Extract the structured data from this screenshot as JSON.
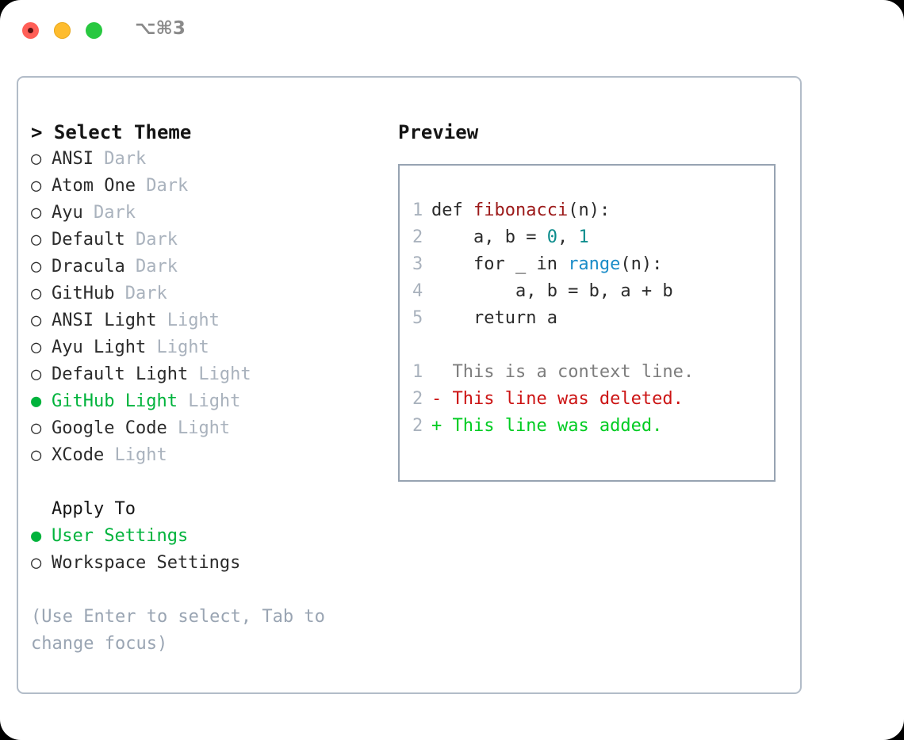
{
  "window": {
    "title": "⌥⌘3",
    "traffic_lights": [
      "close",
      "minimize",
      "maximize"
    ]
  },
  "colors": {
    "selected_green": "#00b33c",
    "suffix_grey": "#a9b2bd",
    "hint_grey": "#9aa5b3",
    "panel_border": "#b2bcc8",
    "preview_border": "#97a3b2",
    "fn_red": "#9c1a1a",
    "num_teal": "#0b8c8c",
    "call_blue": "#1a8cc8",
    "diff_del_red": "#cc1414",
    "diff_add_green": "#00cc22"
  },
  "theme_picker": {
    "heading": "> Select Theme",
    "items": [
      {
        "marker": "○",
        "label": "ANSI",
        "suffix": "Dark",
        "selected": false
      },
      {
        "marker": "○",
        "label": "Atom One",
        "suffix": "Dark",
        "selected": false
      },
      {
        "marker": "○",
        "label": "Ayu",
        "suffix": "Dark",
        "selected": false
      },
      {
        "marker": "○",
        "label": "Default",
        "suffix": "Dark",
        "selected": false
      },
      {
        "marker": "○",
        "label": "Dracula",
        "suffix": "Dark",
        "selected": false
      },
      {
        "marker": "○",
        "label": "GitHub",
        "suffix": "Dark",
        "selected": false
      },
      {
        "marker": "○",
        "label": "ANSI Light",
        "suffix": "Light",
        "selected": false
      },
      {
        "marker": "○",
        "label": "Ayu Light",
        "suffix": "Light",
        "selected": false
      },
      {
        "marker": "○",
        "label": "Default Light",
        "suffix": "Light",
        "selected": false
      },
      {
        "marker": "●",
        "label": "GitHub Light",
        "suffix": "Light",
        "selected": true
      },
      {
        "marker": "○",
        "label": "Google Code",
        "suffix": "Light",
        "selected": false
      },
      {
        "marker": "○",
        "label": "XCode",
        "suffix": "Light",
        "selected": false
      }
    ]
  },
  "apply_to": {
    "heading": "Apply To",
    "items": [
      {
        "marker": "●",
        "label": "User Settings",
        "selected": true
      },
      {
        "marker": "○",
        "label": "Workspace Settings",
        "selected": false
      }
    ]
  },
  "hint": "(Use Enter to select, Tab to change focus)",
  "preview": {
    "title": "Preview",
    "code_lines": [
      {
        "num": "1",
        "segments": [
          {
            "t": "def ",
            "c": "plain"
          },
          {
            "t": "fibonacci",
            "c": "fn"
          },
          {
            "t": "(n):",
            "c": "plain"
          }
        ]
      },
      {
        "num": "2",
        "segments": [
          {
            "t": "    a, b = ",
            "c": "plain"
          },
          {
            "t": "0",
            "c": "num"
          },
          {
            "t": ", ",
            "c": "plain"
          },
          {
            "t": "1",
            "c": "num"
          }
        ]
      },
      {
        "num": "3",
        "segments": [
          {
            "t": "    for _ in ",
            "c": "plain"
          },
          {
            "t": "range",
            "c": "call"
          },
          {
            "t": "(n):",
            "c": "plain"
          }
        ]
      },
      {
        "num": "4",
        "segments": [
          {
            "t": "        a, b = b, a + b",
            "c": "plain"
          }
        ]
      },
      {
        "num": "5",
        "segments": [
          {
            "t": "    return a",
            "c": "plain"
          }
        ]
      }
    ],
    "diff_lines": [
      {
        "num": "1",
        "sign": "  ",
        "text": "This is a context line.",
        "kind": "ctx"
      },
      {
        "num": "2",
        "sign": "- ",
        "text": "This line was deleted.",
        "kind": "del"
      },
      {
        "num": "2",
        "sign": "+ ",
        "text": "This line was added.",
        "kind": "add"
      }
    ]
  }
}
